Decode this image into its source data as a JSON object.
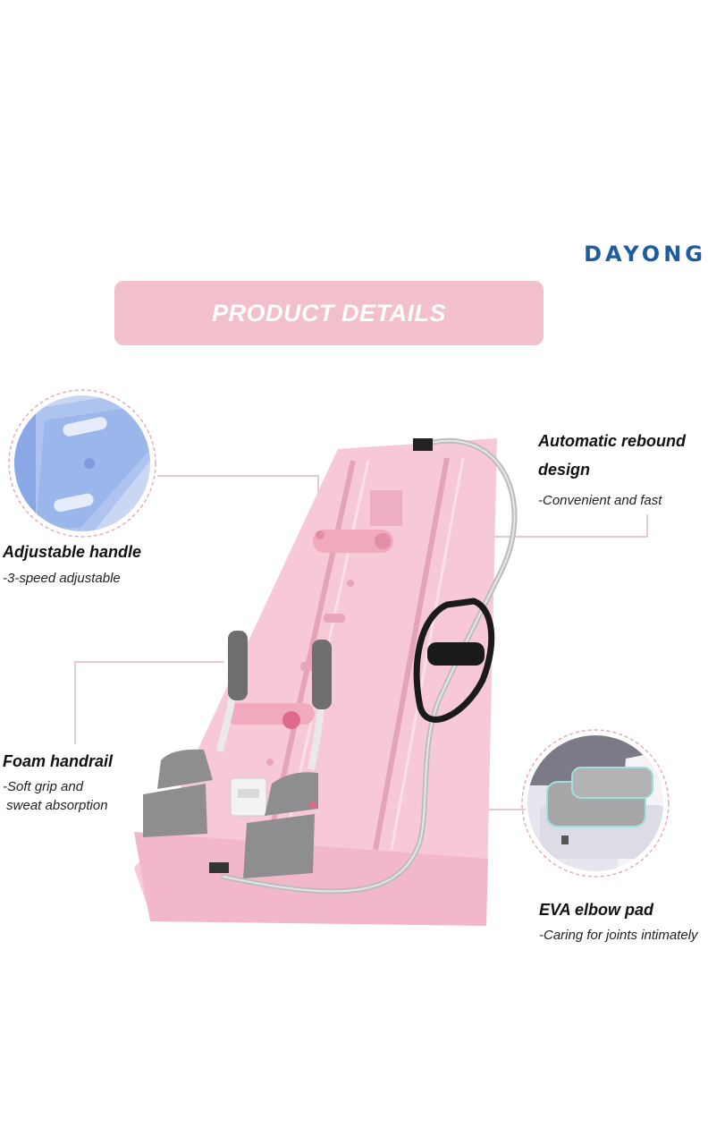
{
  "brand": {
    "logo_text": "DAYONG",
    "color": "#1d5c9e"
  },
  "banner": {
    "title": "PRODUCT DETAILS",
    "color": "#f2bfcd"
  },
  "features": {
    "adjustable_handle": {
      "title": "Adjustable handle",
      "subtitle": "-3-speed adjustable"
    },
    "automatic_rebound": {
      "title_line1": "Automatic rebound",
      "title_line2": "design",
      "subtitle": "-Convenient and fast"
    },
    "foam_handrail": {
      "title": "Foam handrail",
      "subtitle_line1": "-Soft grip and",
      "subtitle_line2": " sweat absorption"
    },
    "eva_elbow_pad": {
      "title": "EVA elbow pad",
      "subtitle": "-Caring for joints intimately"
    }
  },
  "colors": {
    "product_pink": "#f4c4d2",
    "pad_gray": "#8e8e90",
    "leader_line": "#d7a6b4"
  },
  "icons": [
    "handle-detail-icon",
    "elbow-pad-detail-icon",
    "ab-board-product-image"
  ]
}
